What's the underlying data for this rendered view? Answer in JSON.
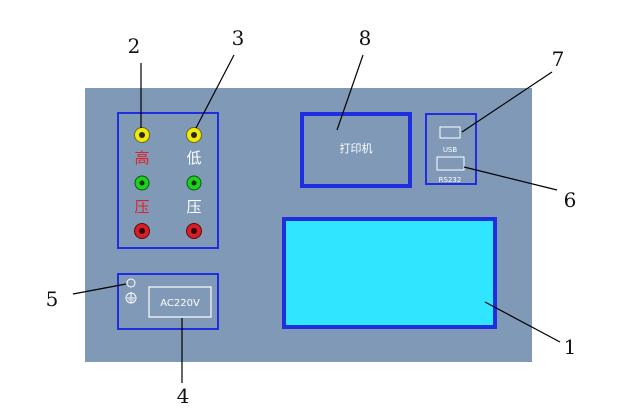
{
  "colors": {
    "panel": "#7f99b7",
    "border_blue": "#1f2fe0",
    "screen": "#2fe5ff",
    "yellow": "#f0e810",
    "green": "#1fd020",
    "red": "#d41f26",
    "label_red": "#e0202a",
    "label_white": "#ffffff",
    "leader": "#000000"
  },
  "callouts": {
    "c1": "1",
    "c2": "2",
    "c3": "3",
    "c4": "4",
    "c5": "5",
    "c6": "6",
    "c7": "7",
    "c8": "8"
  },
  "terminals": {
    "high_top": "高",
    "high_bottom": "压",
    "low_top": "低",
    "low_bottom": "压"
  },
  "printer_label": "打印机",
  "usb_label": "USB",
  "rs232_label": "RS232",
  "power_label": "AC220V",
  "icons": {
    "yellow_terminal": "yellow-binding-post-icon",
    "green_terminal": "green-binding-post-icon",
    "red_terminal": "red-binding-post-icon",
    "ground": "ground-symbol-icon",
    "fuse": "fuse-holder-icon"
  }
}
